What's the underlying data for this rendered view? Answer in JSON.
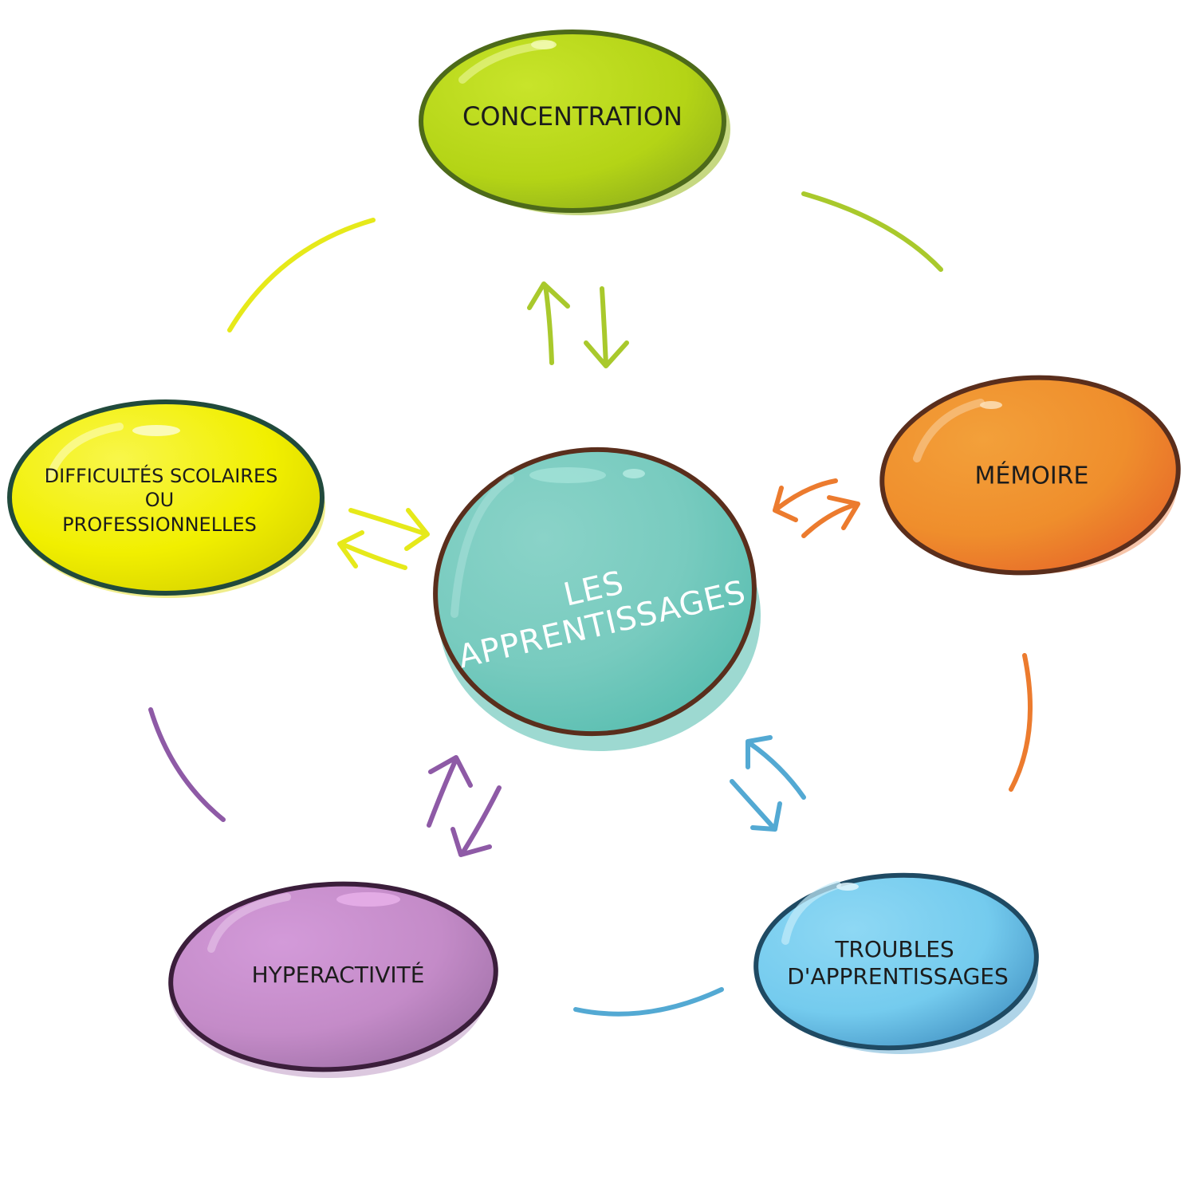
{
  "center": {
    "line1": "LES",
    "line2": "APPRENTISSAGES",
    "color": "#6ec7b9",
    "outline": "#5a2e1c"
  },
  "nodes": {
    "concentration": {
      "label": "CONCENTRATION",
      "color": "#b8d618",
      "outline": "#4d6a1a"
    },
    "memoire": {
      "label": "MÉMOIRE",
      "color": "#ef8a2a",
      "outline": "#5a2e1c"
    },
    "troubles": {
      "line1": "TROUBLES",
      "line2": "D'APPRENTISSAGES",
      "color": "#6cc6ea",
      "outline": "#1f4a63"
    },
    "hyperactivite": {
      "label": "HYPERACTIVITÉ",
      "color": "#bf88c6",
      "outline": "#3b1e3b"
    },
    "difficultes": {
      "line1": "DIFFICULTÉS SCOLAIRES",
      "line2": "OU",
      "line3": "PROFESSIONNELLES",
      "color": "#f0ef00",
      "outline": "#214a3c"
    }
  },
  "connector_colors": {
    "concentration": "#a9c92c",
    "memoire": "#ec7b2e",
    "troubles": "#53a9d3",
    "hyperactivite": "#8e5aa6",
    "difficultes": "#e6e91a"
  }
}
